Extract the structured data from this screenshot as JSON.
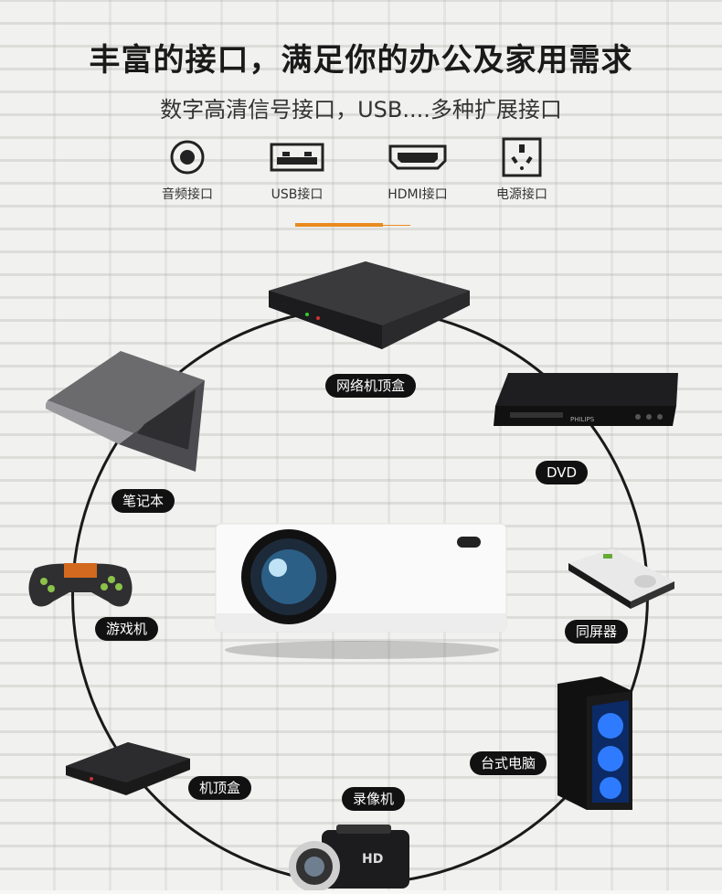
{
  "heading": {
    "title": "丰富的接口，满足你的办公及家用需求",
    "subtitle": "数字高清信号接口，USB....多种扩展接口"
  },
  "ports": [
    {
      "icon": "audio-port-icon",
      "label": "音频接口"
    },
    {
      "icon": "usb-port-icon",
      "label": "USB接口"
    },
    {
      "icon": "hdmi-port-icon",
      "label": "HDMI接口"
    },
    {
      "icon": "power-socket-icon",
      "label": "电源接口"
    }
  ],
  "devices": {
    "network_box": "网络机顶盒",
    "laptop": "笔记本",
    "dvd": "DVD",
    "game_console": "游戏机",
    "screen_mirror": "同屏器",
    "settop_box": "机顶盒",
    "desktop_pc": "台式电脑",
    "camcorder": "录像机"
  },
  "product_badges": {
    "dvd_brand": "PHILIPS",
    "camcorder_badge": "HD"
  },
  "colors": {
    "accent": "#e98a1e",
    "tag_bg": "#111111"
  }
}
